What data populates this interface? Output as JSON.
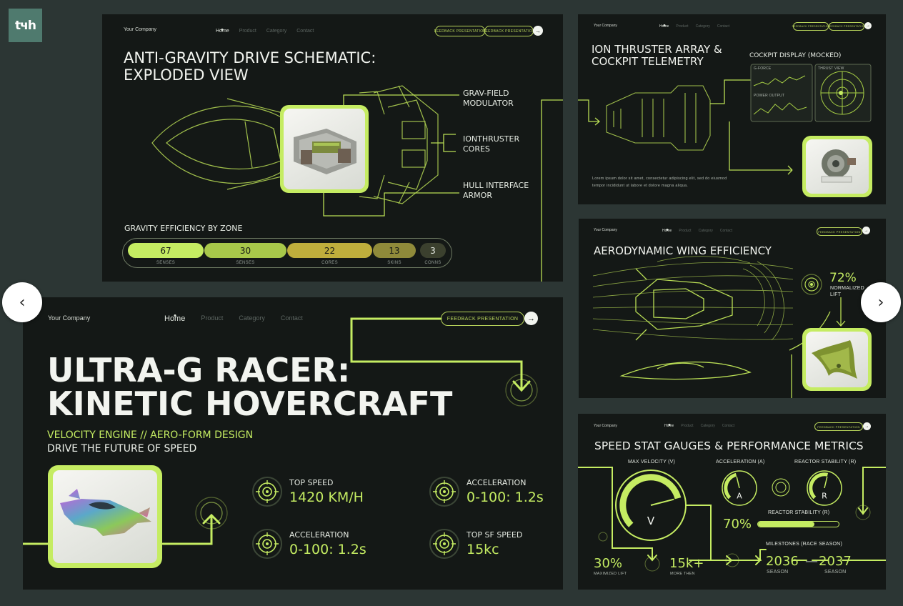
{
  "logo": {
    "text": "tчh"
  },
  "nav": {
    "prev_icon": "chevron-left-icon",
    "next_icon": "chevron-right-icon"
  },
  "slide1": {
    "company": "Your Company",
    "nav": [
      "Home",
      "Product",
      "Category",
      "Contact"
    ],
    "pills": [
      "FEEDBACK PRESENTATION",
      "FEEDBACK PRESENTATION"
    ],
    "title_l1": "ANTI-GRAVITY DRIVE SCHEMATIC:",
    "title_l2": "EXPLODED VIEW",
    "callouts": [
      {
        "l1": "GRAV-FIELD",
        "l2": "MODULATOR"
      },
      {
        "l1": "IONTHRUSTER",
        "l2": "CORES"
      },
      {
        "l1": "HULL INTERFACE",
        "l2": "ARMOR"
      }
    ],
    "gravity_title": "GRAVITY EFFICIENCY BY ZONE",
    "zones": [
      {
        "value": "67",
        "label": "SENSES",
        "color": "#c5ec62"
      },
      {
        "value": "30",
        "label": "SENSES",
        "color": "#a8c84a"
      },
      {
        "value": "22",
        "label": "CORES",
        "color": "#bfae3c"
      },
      {
        "value": "13",
        "label": "SKINS",
        "color": "#8f8a3a"
      },
      {
        "value": "3",
        "label": "CONNS",
        "color": "#3b402e"
      }
    ]
  },
  "slide2": {
    "company": "Your Company",
    "nav": [
      "Home",
      "Product",
      "Category",
      "Contact"
    ],
    "pills": [
      "FEEDBACK PRESENTATION",
      "FEEDBACK PRESENTATION"
    ],
    "title_l1": "ION THRUSTER ARRAY &",
    "title_l2": "COCKPIT TELEMETRY",
    "cockpit_label": "COCKPIT DISPLAY (MOCKED)",
    "panel_labels": [
      "G-FORCE",
      "POWER OUTPUT",
      "THRUST VIEW"
    ],
    "body_l1": "Lorem ipsum dolor sit amet, consectetur adipiscing elit, sed do eiusmod",
    "body_l2": "tempor incididunt ut labore et dolore magna aliqua."
  },
  "slide3": {
    "company": "Your Company",
    "nav": [
      "Home",
      "Product",
      "Category",
      "Contact"
    ],
    "pill": "FEEDBACK PRESENTATION",
    "title": "AERODYNAMIC WING EFFICIENCY",
    "percent": "72%",
    "percent_label_l1": "NORMALIZED",
    "percent_label_l2": "LIFT"
  },
  "slide4": {
    "company": "Your Company",
    "nav": [
      "Home",
      "Product",
      "Category",
      "Contact"
    ],
    "pill": "FEEDBACK PRESENTATION",
    "title_l1": "ULTRA-G RACER:",
    "title_l2": "KINETIC HOVERCRAFT",
    "subtitle": "VELOCITY ENGINE // AERO-FORM DESIGN",
    "tagline": "DRIVE THE FUTURE OF SPEED",
    "stats": [
      {
        "label": "TOP SPEED",
        "value": "1420 KM/H"
      },
      {
        "label": "ACCELERATION",
        "value": "0-100: 1.2s"
      },
      {
        "label": "ACCELERATION",
        "value": "0-100: 1.2s"
      },
      {
        "label": "TOP SF SPEED",
        "value": "15kc"
      }
    ]
  },
  "slide5": {
    "company": "Your Company",
    "nav": [
      "Home",
      "Product",
      "Category",
      "Contact"
    ],
    "pill": "FEEDBACK PRESENTATION",
    "title": "SPEED STAT GAUGES & PERFORMANCE METRICS",
    "gauges": [
      {
        "label": "MAX VELOCITY (V)",
        "letter": "V",
        "level": 0.78
      },
      {
        "label": "ACCELERATION (A)",
        "letter": "A",
        "level": 0.45
      },
      {
        "label": "REACTOR STABILITY (R)",
        "letter": "R",
        "level": 0.55
      }
    ],
    "reactor_label": "REACTOR STABILITY (R)",
    "reactor_value": "70%",
    "reactor_level": 0.7,
    "milestones_label": "MILESTONES (RACE SEASON)",
    "m1": "2036",
    "m1_label": "SEASON",
    "m2": "2037",
    "m2_label": "SEASON",
    "lift_value": "30%",
    "lift_label": "MAXIMIZED LIFT",
    "runs_value": "15k+",
    "runs_label": "MORE THEN"
  }
}
